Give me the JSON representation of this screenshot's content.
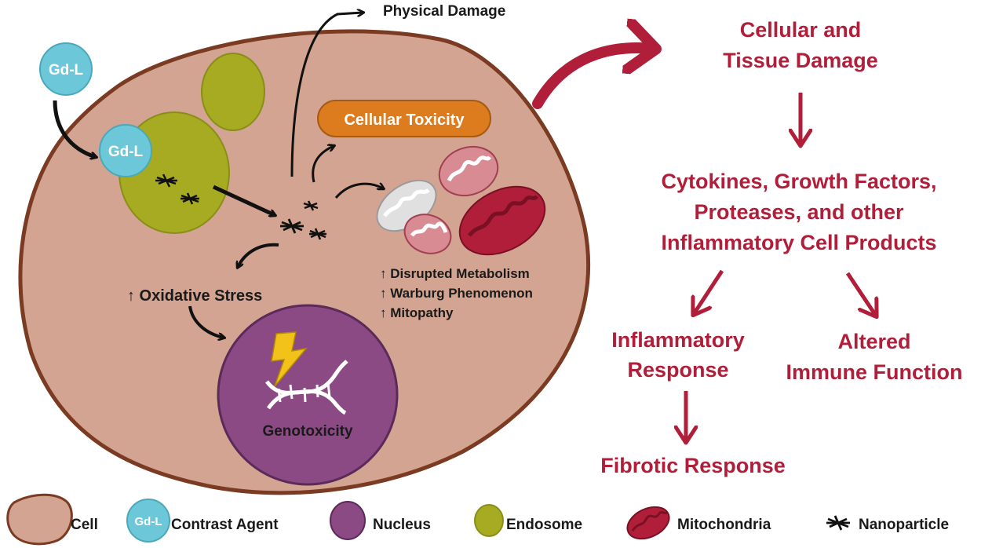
{
  "cell": {
    "contrast_agent_outside": "Gd-L",
    "contrast_agent_inside": "Gd-L",
    "physical_damage": "Physical Damage",
    "cellular_toxicity": "Cellular Toxicity",
    "oxidative_stress": "↑ Oxidative Stress",
    "mito_effects": [
      "↑ Disrupted Metabolism",
      "↑ Warburg Phenomenon",
      "↑ Mitopathy"
    ],
    "genotoxicity": "Genotoxicity"
  },
  "cascade": {
    "damage": [
      "Cellular and",
      "Tissue Damage"
    ],
    "products": [
      "Cytokines, Growth Factors,",
      "Proteases, and other",
      "Inflammatory Cell Products"
    ],
    "inflammatory": [
      "Inflammatory",
      "Response"
    ],
    "immune": [
      "Altered",
      "Immune Function"
    ],
    "fibrotic": "Fibrotic Response"
  },
  "legend": {
    "cell": "Cell",
    "contrast_agent_icon": "Gd-L",
    "contrast_agent": "Contrast Agent",
    "nucleus": "Nucleus",
    "endosome": "Endosome",
    "mitochondria": "Mitochondria",
    "nanoparticle": "Nanoparticle"
  },
  "colors": {
    "cell_fill": "#d3a491",
    "cell_outline": "#7a3b22",
    "endosome_fill": "#a6ab22",
    "contrast_agent_fill": "#6cc8d8",
    "nucleus_fill": "#8b4a84",
    "toxicity_fill": "#dc7c1e",
    "cascade_red": "#b01e3a"
  }
}
